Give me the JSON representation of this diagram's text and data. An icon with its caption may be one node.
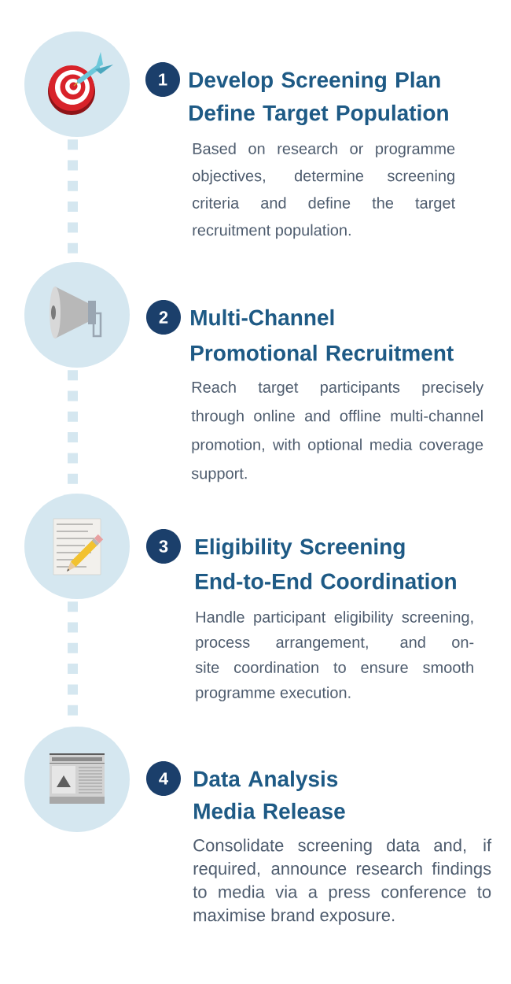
{
  "diagram": {
    "nodes": [
      {
        "text": [],
        "shape": "circle"
      },
      {
        "text": [
          "1"
        ],
        "beside": [
          "Develop Screening Plan Define Target Population",
          "Based on research or programme objectives, determine screening criteria and define the target recruitment population."
        ]
      },
      {
        "text": [],
        "shape": "circle"
      },
      {
        "text": [
          "2"
        ],
        "beside": [
          "Multi-Channel Promotional Recruitment",
          "Reach target participants precisely through online and offline multi-channel promotion, with optional media coverage support."
        ]
      },
      {
        "text": [],
        "shape": "circle"
      },
      {
        "text": [
          "3"
        ],
        "beside": [
          "Eligibility Screening End-to-End Coordination",
          "Handle participant eligibility screening, process arrangement, and on-site coordination to ensure smooth programme execution."
        ]
      },
      {
        "text": [],
        "shape": "circle"
      },
      {
        "text": [
          "4"
        ],
        "beside": [
          "Data Analysis Media Release",
          "Consolidate screening data and, if required, announce research findings to media via a press conference to maximise brand exposure."
        ]
      }
    ],
    "edges": [
      {
        "from": 0,
        "to": 2,
        "arrow": "none",
        "style": "dashed"
      },
      {
        "from": 2,
        "to": 4,
        "arrow": "none",
        "style": "dashed"
      },
      {
        "from": 4,
        "to": 6,
        "arrow": "none",
        "style": "dashed"
      }
    ]
  }
}
